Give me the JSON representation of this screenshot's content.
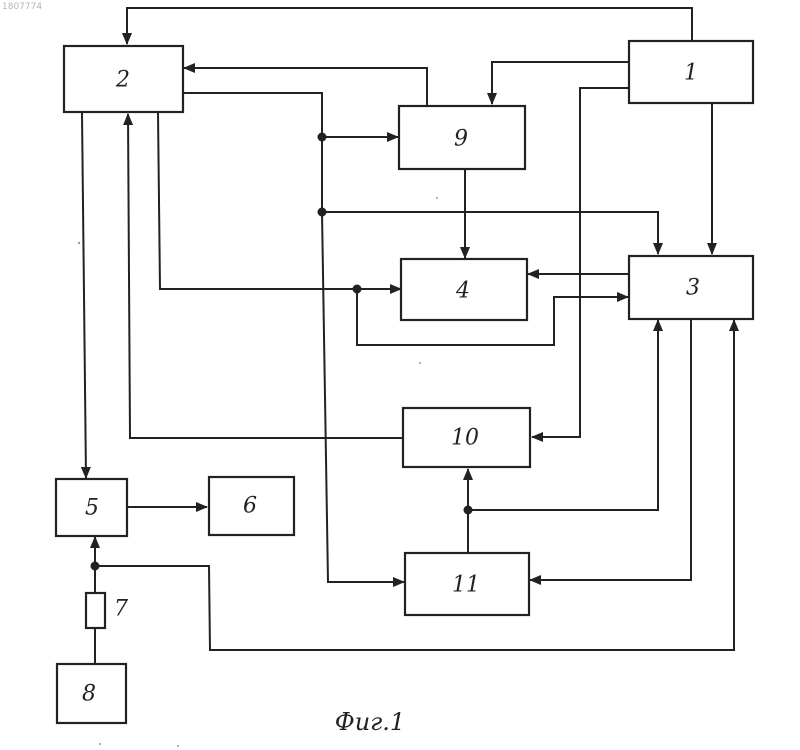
{
  "stamp": "1807774",
  "blocks": {
    "b1": "1",
    "b2": "2",
    "b3": "3",
    "b4": "4",
    "b5": "5",
    "b6": "6",
    "b7": "7",
    "b8": "8",
    "b9": "9",
    "b10": "10",
    "b11": "11"
  },
  "caption": "Фиг.1"
}
